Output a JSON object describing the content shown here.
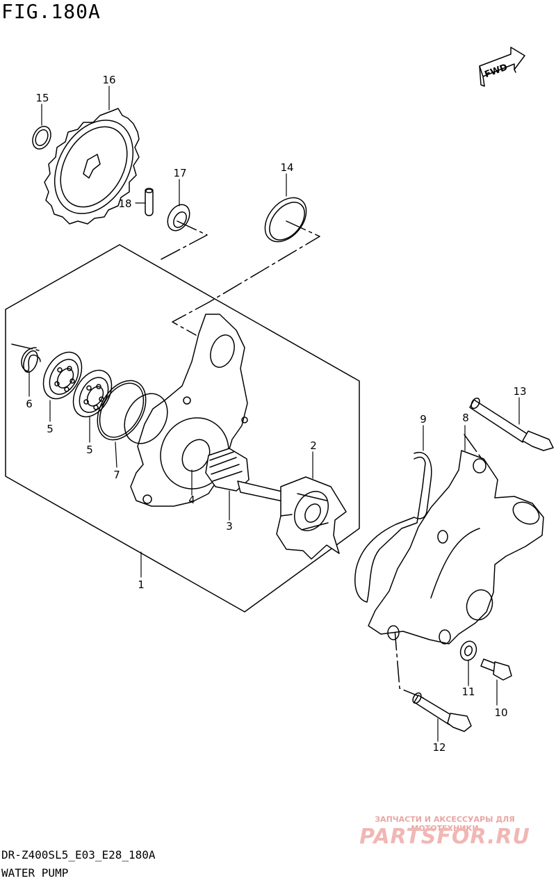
{
  "figure": {
    "title": "FIG.180A",
    "model_code": "DR-Z400SL5_E03_E28_180A",
    "caption": "WATER PUMP",
    "fwd_label": "FWD"
  },
  "callouts": [
    {
      "id": "1",
      "label": "1"
    },
    {
      "id": "2",
      "label": "2"
    },
    {
      "id": "3",
      "label": "3"
    },
    {
      "id": "4",
      "label": "4"
    },
    {
      "id": "5a",
      "label": "5"
    },
    {
      "id": "5b",
      "label": "5"
    },
    {
      "id": "6",
      "label": "6"
    },
    {
      "id": "7",
      "label": "7"
    },
    {
      "id": "8",
      "label": "8"
    },
    {
      "id": "9",
      "label": "9"
    },
    {
      "id": "10",
      "label": "10"
    },
    {
      "id": "11",
      "label": "11"
    },
    {
      "id": "12",
      "label": "12"
    },
    {
      "id": "13",
      "label": "13"
    },
    {
      "id": "14",
      "label": "14"
    },
    {
      "id": "15",
      "label": "15"
    },
    {
      "id": "16",
      "label": "16"
    },
    {
      "id": "17",
      "label": "17"
    },
    {
      "id": "18",
      "label": "18"
    }
  ],
  "watermark": {
    "line1": "ЗАПЧАСТИ И АКСЕССУАРЫ ДЛЯ МОТОТЕХНИКИ",
    "line2": "PARTSFOR.RU"
  }
}
